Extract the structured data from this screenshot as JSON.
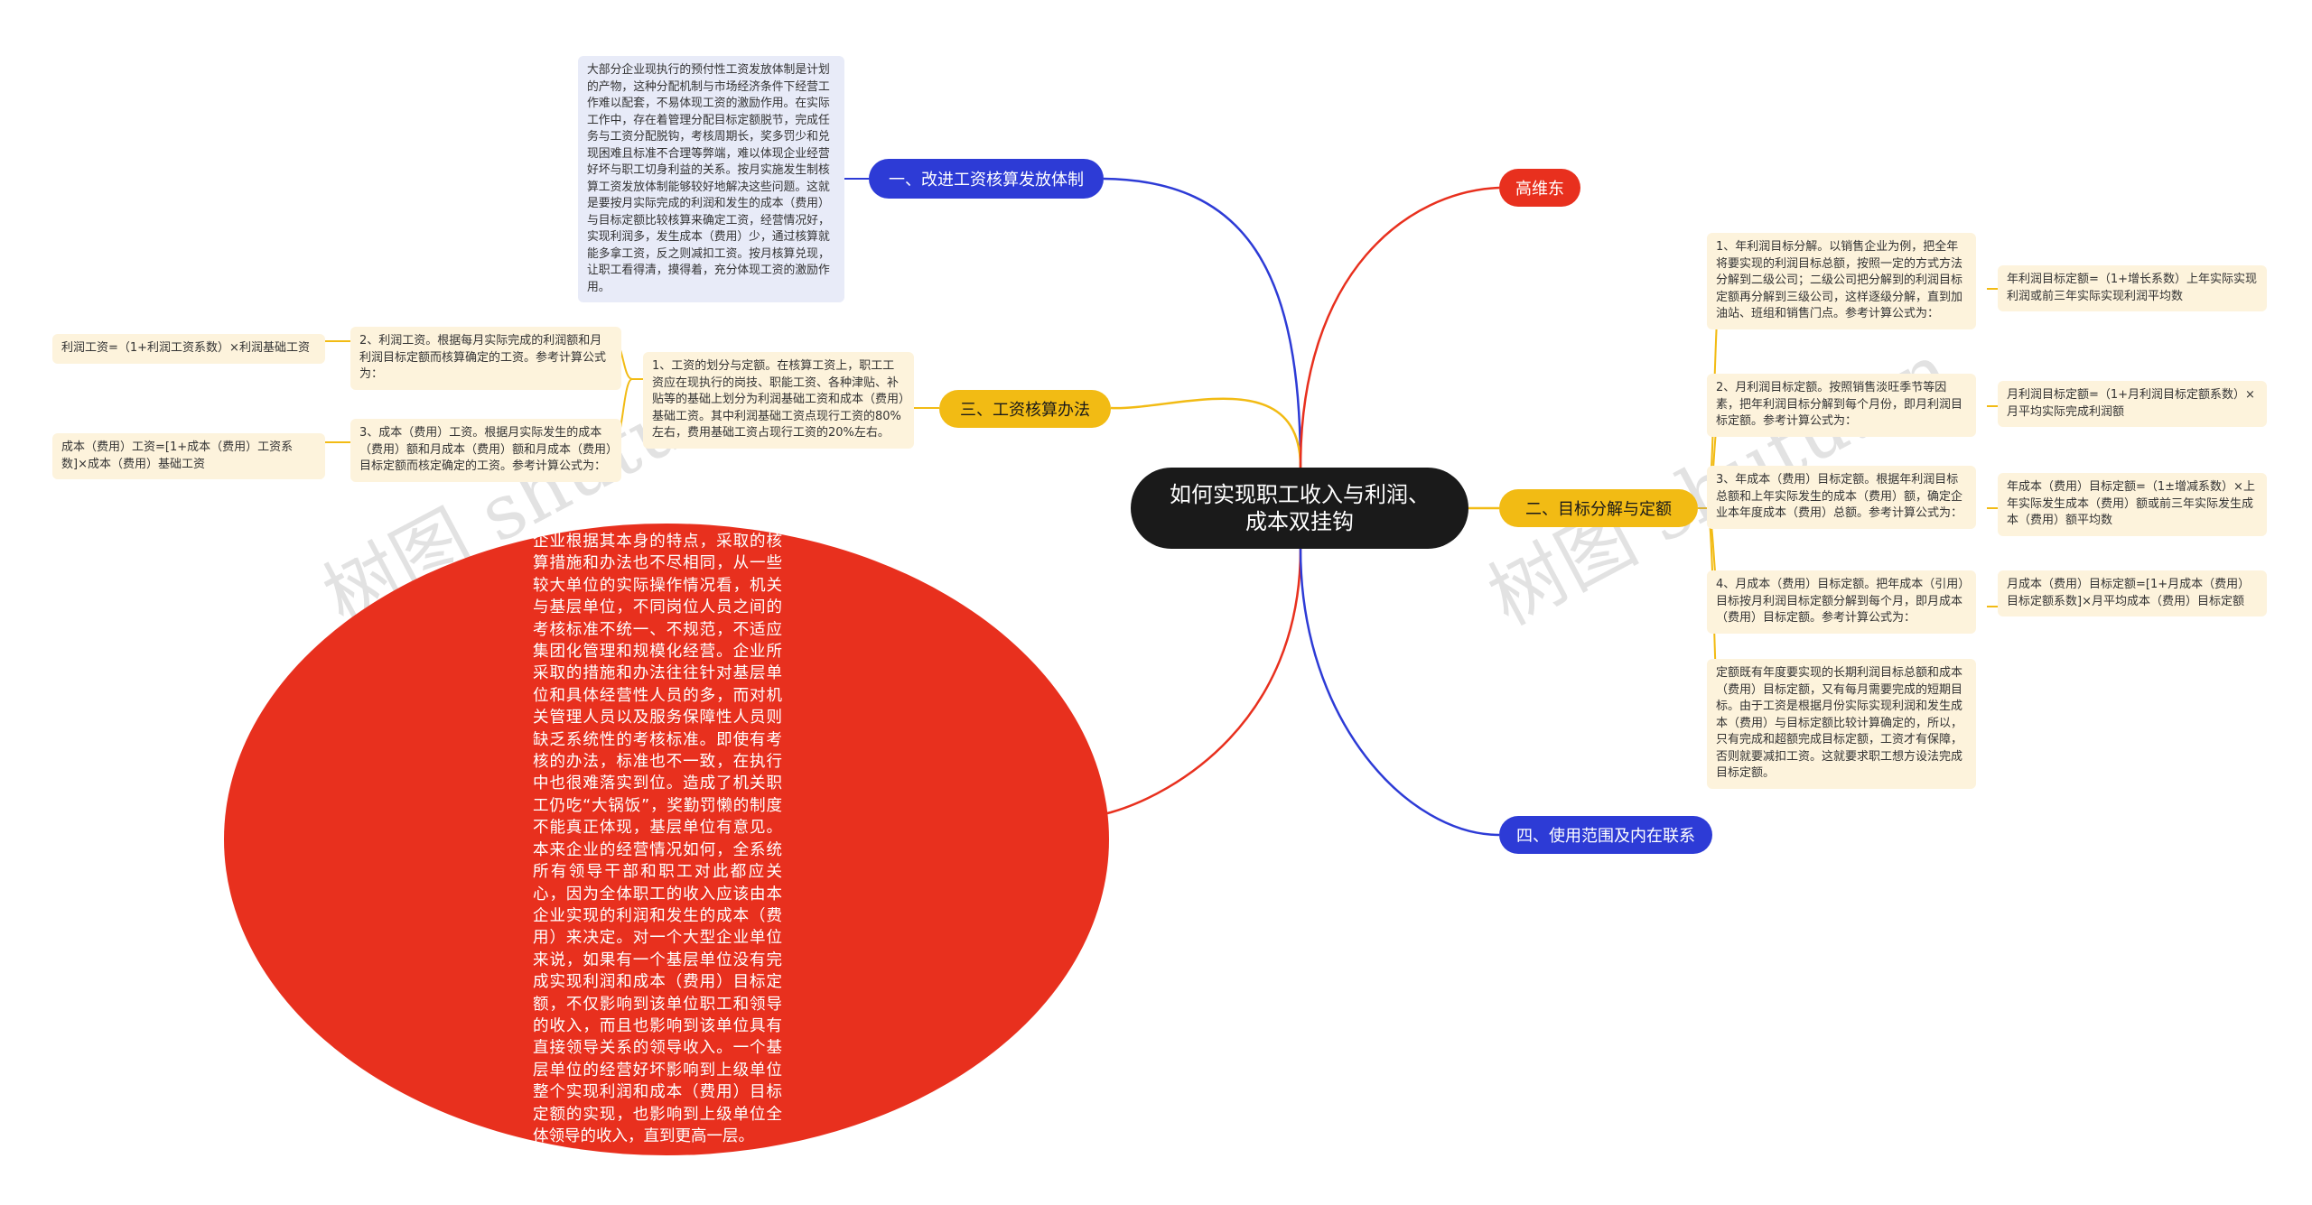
{
  "root": {
    "title": "如何实现职工收入与利润、成本双挂钩"
  },
  "branches": {
    "b1": {
      "label": "一、改进工资核算发放体制"
    },
    "b2": {
      "label": "二、目标分解与定额"
    },
    "b3": {
      "label": "三、工资核算办法"
    },
    "b4": {
      "label": "四、使用范围及内在联系"
    },
    "author": {
      "label": "高维东"
    }
  },
  "notes": {
    "b1_detail": "大部分企业现执行的预付性工资发放体制是计划的产物，这种分配机制与市场经济条件下经营工作难以配套，不易体现工资的激励作用。在实际工作中，存在着管理分配目标定额脱节，完成任务与工资分配脱钩，考核周期长，奖多罚少和兑现困难且标准不合理等弊端，难以体现企业经营好坏与职工切身利益的关系。按月实施发生制核算工资发放体制能够较好地解决这些问题。这就是要按月实际完成的利润和发生的成本（费用）与目标定额比较核算来确定工资，经营情况好，实现利润多，发生成本（费用）少，通过核算就能多拿工资，反之则减扣工资。按月核算兑现，让职工看得清，摸得着，充分体现工资的激励作用。",
    "b3_main": "1、工资的划分与定额。在核算工资上，职工工资应在现执行的岗技、职能工资、各种津贴、补贴等的基础上划分为利润基础工资和成本（费用）基础工资。其中利润基础工资点现行工资的80%左右，费用基础工资占现行工资的20%左右。",
    "b3_sub2": "2、利润工资。根据每月实际完成的利润额和月利润目标定额而核算确定的工资。参考计算公式为：",
    "b3_sub2_formula": "利润工资=（1+利润工资系数）×利润基础工资",
    "b3_sub3": "3、成本（费用）工资。根据月实际发生的成本（费用）额和月成本（费用）额和月成本（费用）目标定额而核定确定的工资。参考计算公式为：",
    "b3_sub3_formula": "成本（费用）工资=[1+成本（费用）工资系数]×成本（费用）基础工资",
    "b2_1": "1、年利润目标分解。以销售企业为例，把全年将要实现的利润目标总额，按照一定的方式方法分解到二级公司；二级公司把分解到的利润目标定额再分解到三级公司，这样逐级分解，直到加油站、班组和销售门点。参考计算公式为：",
    "b2_1_formula": "年利润目标定额=（1+增长系数）上年实际实现利润或前三年实际实现利润平均数",
    "b2_2": "2、月利润目标定额。按照销售淡旺季节等因素，把年利润目标分解到每个月份，即月利润目标定额。参考计算公式为：",
    "b2_2_formula": "月利润目标定额=（1+月利润目标定额系数）×月平均实际完成利润额",
    "b2_3": "3、年成本（费用）目标定额。根据年利润目标总额和上年实际发生的成本（费用）额，确定企业本年度成本（费用）总额。参考计算公式为：",
    "b2_3_formula": "年成本（费用）目标定额=（1±增减系数）×上年实际发生成本（费用）额或前三年实际发生成本（费用）额平均数",
    "b2_4": "4、月成本（费用）目标定额。把年成本（引用）目标按月利润目标定额分解到每个月，即月成本（费用）目标定额。参考计算公式为：",
    "b2_4_formula": "月成本（费用）目标定额=[1+月成本（费用）目标定额系数]×月平均成本（费用）目标定额",
    "b2_summary": "定额既有年度要实现的长期利润目标总额和成本（费用）目标定额，又有每月需要完成的短期目标。由于工资是根据月份实际实现利润和发生成本（费用）与目标定额比较计算确定的，所以，只有完成和超额完成目标定额，工资才有保障，否则就要减扣工资。这就要求职工想方设法完成目标定额。"
  },
  "b4_detail": "企业根据其本身的特点，采取的核算措施和办法也不尽相同，从一些较大单位的实际操作情况看，机关与基层单位，不同岗位人员之间的考核标准不统一、不规范，不适应集团化管理和规模化经营。企业所采取的措施和办法往往针对基层单位和具体经营性人员的多，而对机关管理人员以及服务保障性人员则缺乏系统性的考核标准。即使有考核的办法，标准也不一致，在执行中也很难落实到位。造成了机关职工仍吃“大锅饭”，奖勤罚懒的制度不能真正体现，基层单位有意见。本来企业的经营情况如何，全系统所有领导干部和职工对此都应关心，因为全体职工的收入应该由本企业实现的利润和发生的成本（费用）来决定。对一个大型企业单位来说，如果有一个基层单位没有完成实现利润和成本（费用）目标定额，不仅影响到该单位职工和领导的收入，而且也影响到该单位具有直接领导关系的领导收入。一个基层单位的经营好坏影响到上级单位整个实现利润和成本（费用）目标定额的实现，也影响到上级单位全体领导的收入，直到更高一层。",
  "watermark": "树图 shutu.cn",
  "colors": {
    "blue": "#2d3bd6",
    "yellow": "#f2bb14",
    "red": "#e8301e",
    "root": "#1a1a1a"
  }
}
